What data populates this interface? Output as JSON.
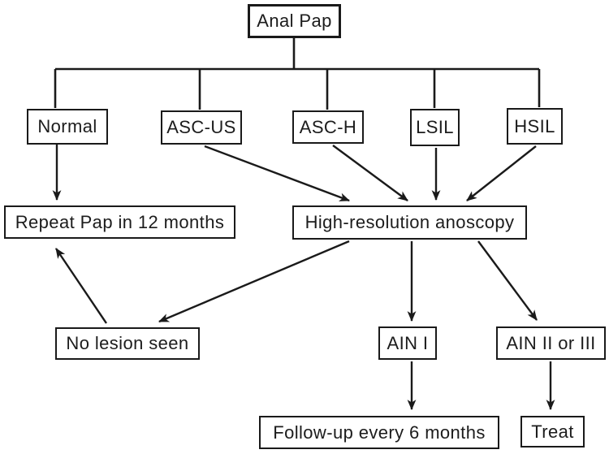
{
  "flowchart": {
    "nodes": {
      "anal_pap": {
        "label": "Anal Pap"
      },
      "normal": {
        "label": "Normal"
      },
      "asc_us": {
        "label": "ASC-US"
      },
      "asc_h": {
        "label": "ASC-H"
      },
      "lsil": {
        "label": "LSIL"
      },
      "hsil": {
        "label": "HSIL"
      },
      "repeat_pap": {
        "label": "Repeat Pap in 12 months"
      },
      "hra": {
        "label": "High-resolution anoscopy"
      },
      "no_lesion": {
        "label": "No lesion seen"
      },
      "ain1": {
        "label": "AIN I"
      },
      "ain23": {
        "label": "AIN II or III"
      },
      "followup": {
        "label": "Follow-up every 6 months"
      },
      "treat": {
        "label": "Treat"
      }
    },
    "connections": [
      {
        "from": "Anal Pap",
        "to": "Normal",
        "style": "tree-branch"
      },
      {
        "from": "Anal Pap",
        "to": "ASC-US",
        "style": "tree-branch"
      },
      {
        "from": "Anal Pap",
        "to": "ASC-H",
        "style": "tree-branch"
      },
      {
        "from": "Anal Pap",
        "to": "LSIL",
        "style": "tree-branch"
      },
      {
        "from": "Anal Pap",
        "to": "HSIL",
        "style": "tree-branch"
      },
      {
        "from": "Normal",
        "to": "Repeat Pap in 12 months",
        "style": "arrow"
      },
      {
        "from": "ASC-US",
        "to": "High-resolution anoscopy",
        "style": "arrow"
      },
      {
        "from": "ASC-H",
        "to": "High-resolution anoscopy",
        "style": "arrow"
      },
      {
        "from": "LSIL",
        "to": "High-resolution anoscopy",
        "style": "arrow"
      },
      {
        "from": "HSIL",
        "to": "High-resolution anoscopy",
        "style": "arrow"
      },
      {
        "from": "High-resolution anoscopy",
        "to": "No lesion seen",
        "style": "arrow"
      },
      {
        "from": "No lesion seen",
        "to": "Repeat Pap in 12 months",
        "style": "arrow"
      },
      {
        "from": "High-resolution anoscopy",
        "to": "AIN I",
        "style": "arrow"
      },
      {
        "from": "High-resolution anoscopy",
        "to": "AIN II or III",
        "style": "arrow"
      },
      {
        "from": "AIN I",
        "to": "Follow-up every 6 months",
        "style": "arrow"
      },
      {
        "from": "AIN II or III",
        "to": "Treat",
        "style": "arrow"
      }
    ],
    "colors": {
      "ink": "#1a1a1a",
      "background": "#ffffff"
    }
  }
}
